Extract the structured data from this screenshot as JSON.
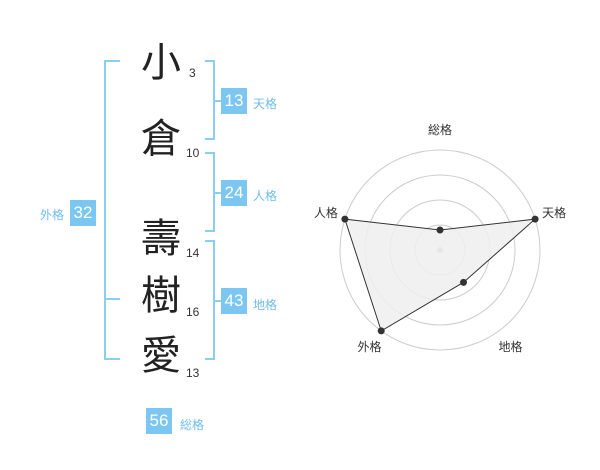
{
  "name": {
    "chars": [
      {
        "char": "小",
        "strokes": "3"
      },
      {
        "char": "倉",
        "strokes": "10"
      },
      {
        "char": "壽",
        "strokes": "14"
      },
      {
        "char": "樹",
        "strokes": "16"
      },
      {
        "char": "愛",
        "strokes": "13"
      }
    ]
  },
  "kaku": {
    "tenkaku": {
      "value": "13",
      "label": "天格"
    },
    "jinkaku": {
      "value": "24",
      "label": "人格"
    },
    "chikaku": {
      "value": "43",
      "label": "地格"
    },
    "gaikaku": {
      "value": "32",
      "label": "外格"
    },
    "soukaku": {
      "value": "56",
      "label": "総格"
    }
  },
  "chart_data": {
    "type": "radar",
    "axes": [
      "総格",
      "天格",
      "地格",
      "外格",
      "人格"
    ],
    "values": [
      0.2,
      1.0,
      0.4,
      1.0,
      1.0
    ],
    "max": 1.0,
    "rings": 4,
    "colors": {
      "fill": "#eeeeee",
      "line": "#333333",
      "grid": "#cccccc",
      "point": "#333333"
    }
  }
}
